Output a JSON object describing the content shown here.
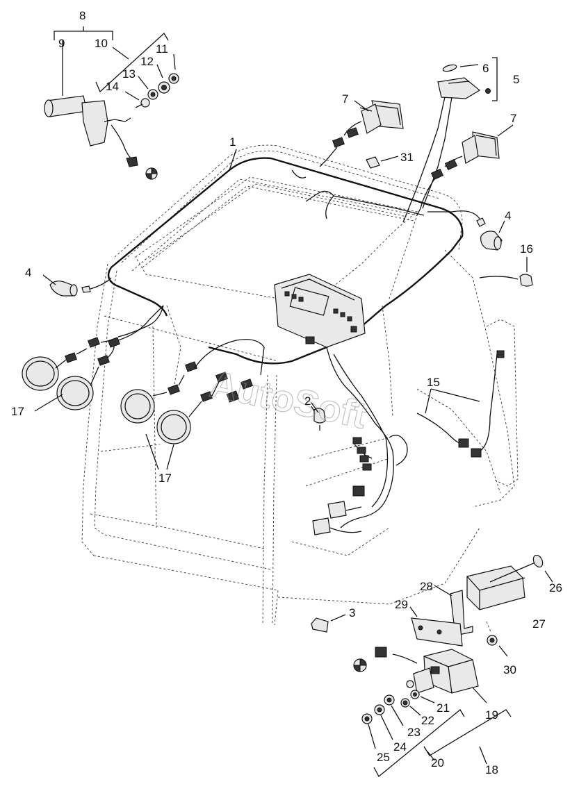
{
  "watermark": "AutoSoft",
  "callouts": [
    {
      "id": "c1",
      "text": "1"
    },
    {
      "id": "c2",
      "text": "2"
    },
    {
      "id": "c3",
      "text": "3"
    },
    {
      "id": "c4a",
      "text": "4"
    },
    {
      "id": "c4b",
      "text": "4"
    },
    {
      "id": "c5",
      "text": "5"
    },
    {
      "id": "c6",
      "text": "6"
    },
    {
      "id": "c7a",
      "text": "7"
    },
    {
      "id": "c7b",
      "text": "7"
    },
    {
      "id": "c8",
      "text": "8"
    },
    {
      "id": "c9",
      "text": "9"
    },
    {
      "id": "c10",
      "text": "10"
    },
    {
      "id": "c11",
      "text": "11"
    },
    {
      "id": "c12",
      "text": "12"
    },
    {
      "id": "c13",
      "text": "13"
    },
    {
      "id": "c14",
      "text": "14"
    },
    {
      "id": "c15",
      "text": "15"
    },
    {
      "id": "c16",
      "text": "16"
    },
    {
      "id": "c17a",
      "text": "17"
    },
    {
      "id": "c17b",
      "text": "17"
    },
    {
      "id": "c18",
      "text": "18"
    },
    {
      "id": "c19",
      "text": "19"
    },
    {
      "id": "c20",
      "text": "20"
    },
    {
      "id": "c21",
      "text": "21"
    },
    {
      "id": "c22",
      "text": "22"
    },
    {
      "id": "c23",
      "text": "23"
    },
    {
      "id": "c24",
      "text": "24"
    },
    {
      "id": "c25",
      "text": "25"
    },
    {
      "id": "c26",
      "text": "26"
    },
    {
      "id": "c27",
      "text": "27"
    },
    {
      "id": "c28",
      "text": "28"
    },
    {
      "id": "c29",
      "text": "29"
    },
    {
      "id": "c30",
      "text": "30"
    },
    {
      "id": "c31",
      "text": "31"
    }
  ]
}
